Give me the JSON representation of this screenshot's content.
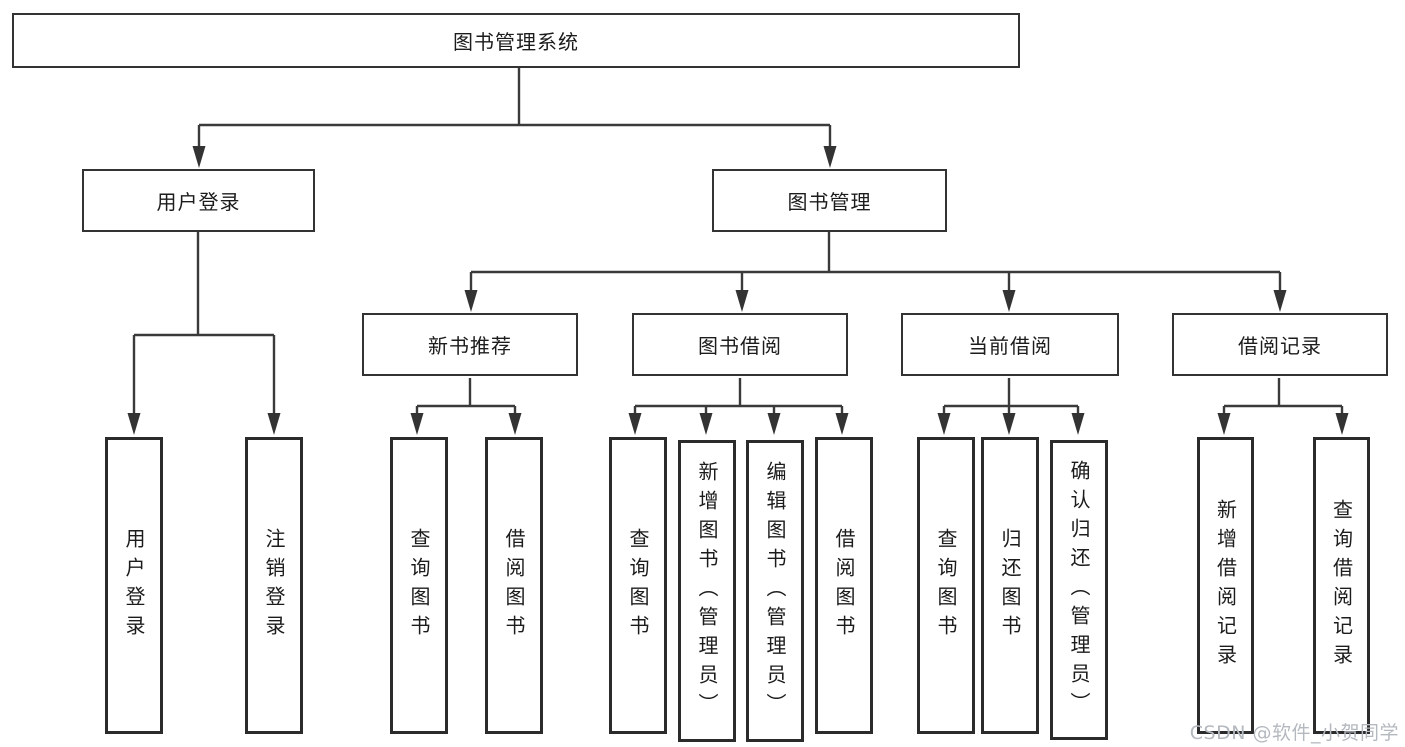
{
  "colors": {
    "background": "#ffffff",
    "line": "#3a3a3a",
    "box_border": "#333333",
    "text": "#1c1c1c",
    "watermark_text": "#b4b9bf"
  },
  "watermark": "CSDN @软件_小贺同学",
  "diagram": {
    "root": {
      "label": "图书管理系统"
    },
    "branches": [
      {
        "label": "用户登录",
        "children": [
          {
            "label": "用户登录"
          },
          {
            "label": "注销登录"
          }
        ]
      },
      {
        "label": "图书管理",
        "children": [
          {
            "label": "新书推荐",
            "children": [
              {
                "label": "查询图书"
              },
              {
                "label": "借阅图书"
              }
            ]
          },
          {
            "label": "图书借阅",
            "children": [
              {
                "label": "查询图书"
              },
              {
                "label": "新增图书（管理员）"
              },
              {
                "label": "编辑图书（管理员）"
              },
              {
                "label": "借阅图书"
              }
            ]
          },
          {
            "label": "当前借阅",
            "children": [
              {
                "label": "查询图书"
              },
              {
                "label": "归还图书"
              },
              {
                "label": "确认归还（管理员）"
              }
            ]
          },
          {
            "label": "借阅记录",
            "children": [
              {
                "label": "新增借阅记录"
              },
              {
                "label": "查询借阅记录"
              }
            ]
          }
        ]
      }
    ]
  }
}
